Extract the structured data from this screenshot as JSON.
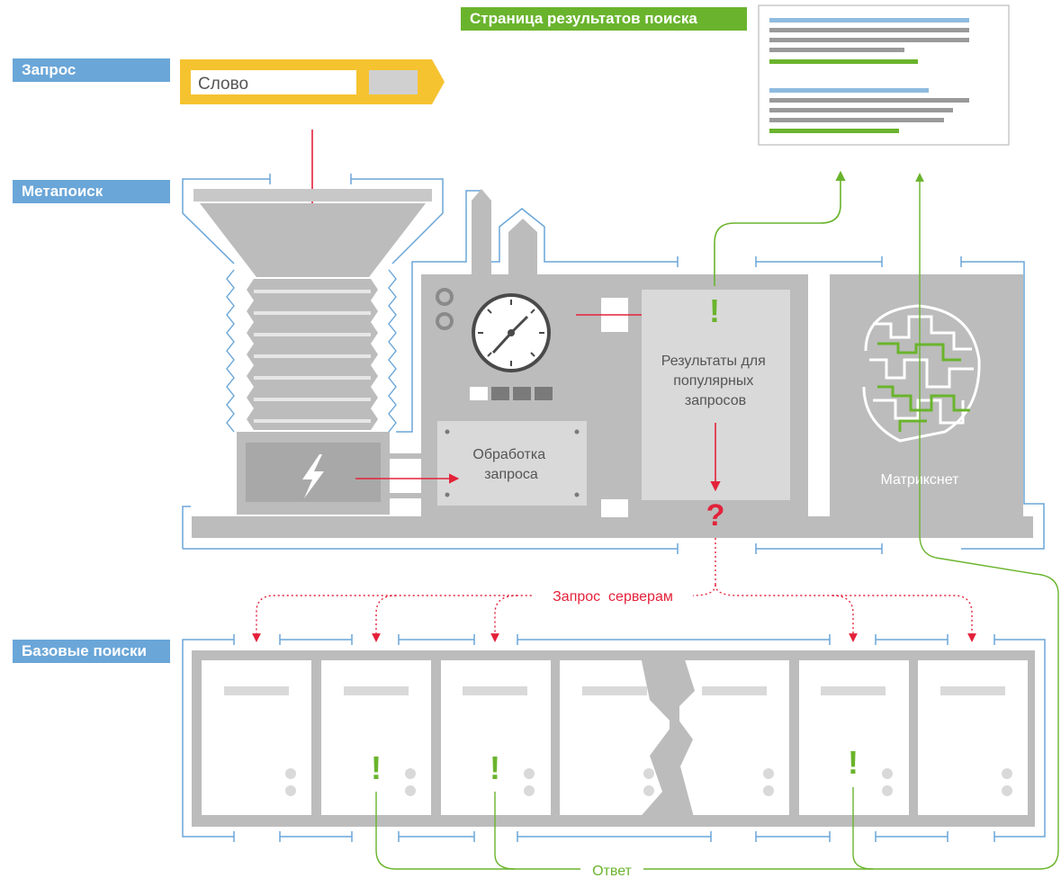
{
  "labels": {
    "query": "Запрос",
    "metasearch": "Метапоиск",
    "base_searches": "Базовые поиски",
    "serp": "Страница результатов поиска"
  },
  "query_box": {
    "value": "Слово"
  },
  "blocks": {
    "processing": [
      "Обработка",
      "запроса"
    ],
    "popular": [
      "Результаты для",
      "популярных",
      "запросов"
    ],
    "matrixnet": "Матрикснет"
  },
  "arrows": {
    "to_servers": "Запрос  серверам",
    "answer": "Ответ"
  },
  "symbols": {
    "found": "!",
    "not_found": "?"
  },
  "colors": {
    "blue": "#6aa6d8",
    "green": "#6ab42d",
    "yellow": "#f5c330",
    "red": "#e3223a",
    "gray": "#bcbcbc",
    "light_gray": "#d9d9d9"
  }
}
